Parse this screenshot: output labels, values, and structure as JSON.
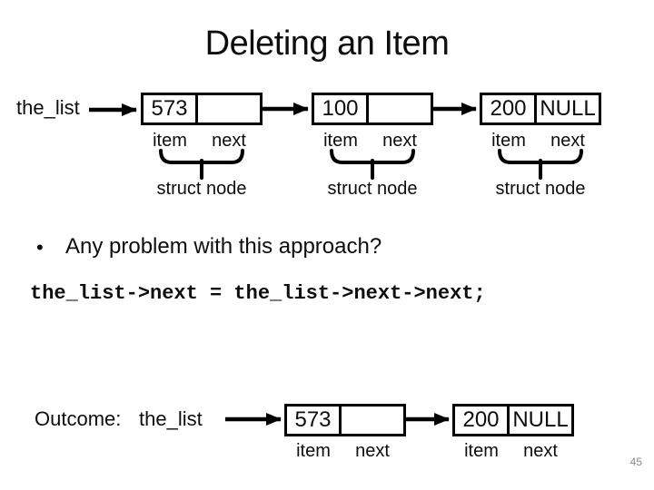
{
  "slide": {
    "title": "Deleting an Item",
    "bullet_marker": "•",
    "bullet_text": "Any problem with this approach?",
    "code_line": "the_list->next = the_list->next->next;",
    "page_number": "45",
    "colors": {
      "text": "#0d0d0d",
      "diagram_stroke": "#000000",
      "page_number": "#8a8a8a",
      "background": "#ffffff"
    }
  },
  "top_diagram": {
    "pointer_label": "the_list",
    "nodes": [
      {
        "item_value": "573",
        "next_value": "",
        "item_label": "item",
        "next_label": "next",
        "struct_label": "struct node"
      },
      {
        "item_value": "100",
        "next_value": "",
        "item_label": "item",
        "next_label": "next",
        "struct_label": "struct node"
      },
      {
        "item_value": "200",
        "next_value": "NULL",
        "item_label": "item",
        "next_label": "next",
        "struct_label": "struct node"
      }
    ]
  },
  "outcome_diagram": {
    "section_label": "Outcome:",
    "pointer_label": "the_list",
    "nodes": [
      {
        "item_value": "573",
        "next_value": "",
        "item_label": "item",
        "next_label": "next"
      },
      {
        "item_value": "200",
        "next_value": "NULL",
        "item_label": "item",
        "next_label": "next"
      }
    ]
  }
}
